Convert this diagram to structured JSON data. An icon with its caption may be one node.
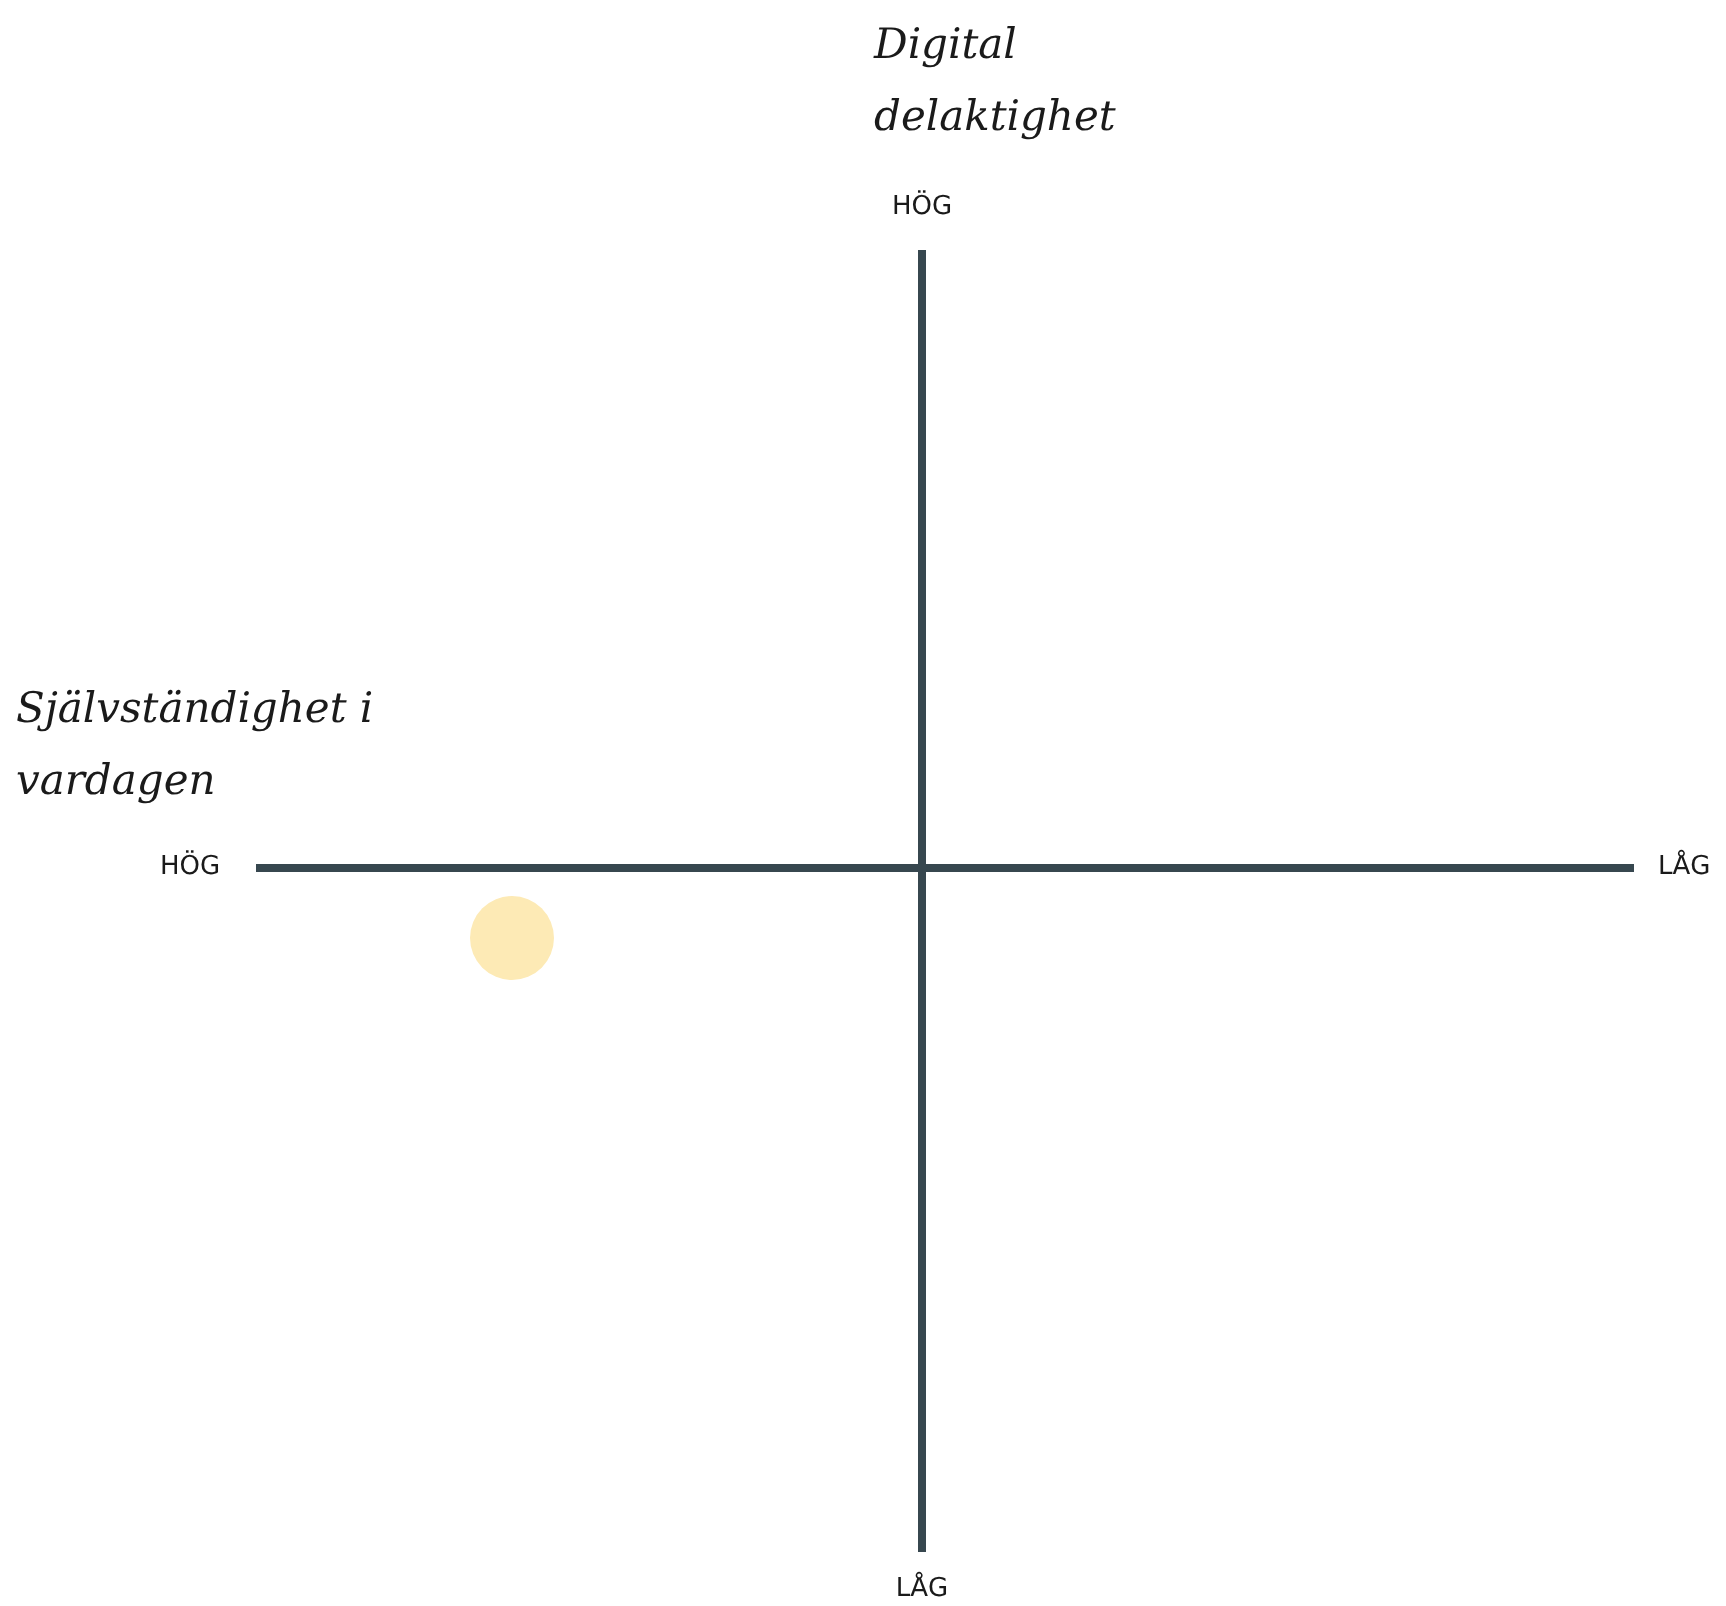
{
  "diagram": {
    "labels": [
      "Digital delaktighet",
      "HÖG",
      "Självständighet i vardagen",
      "HÖG",
      "LÅG",
      "LÅG"
    ]
  }
}
